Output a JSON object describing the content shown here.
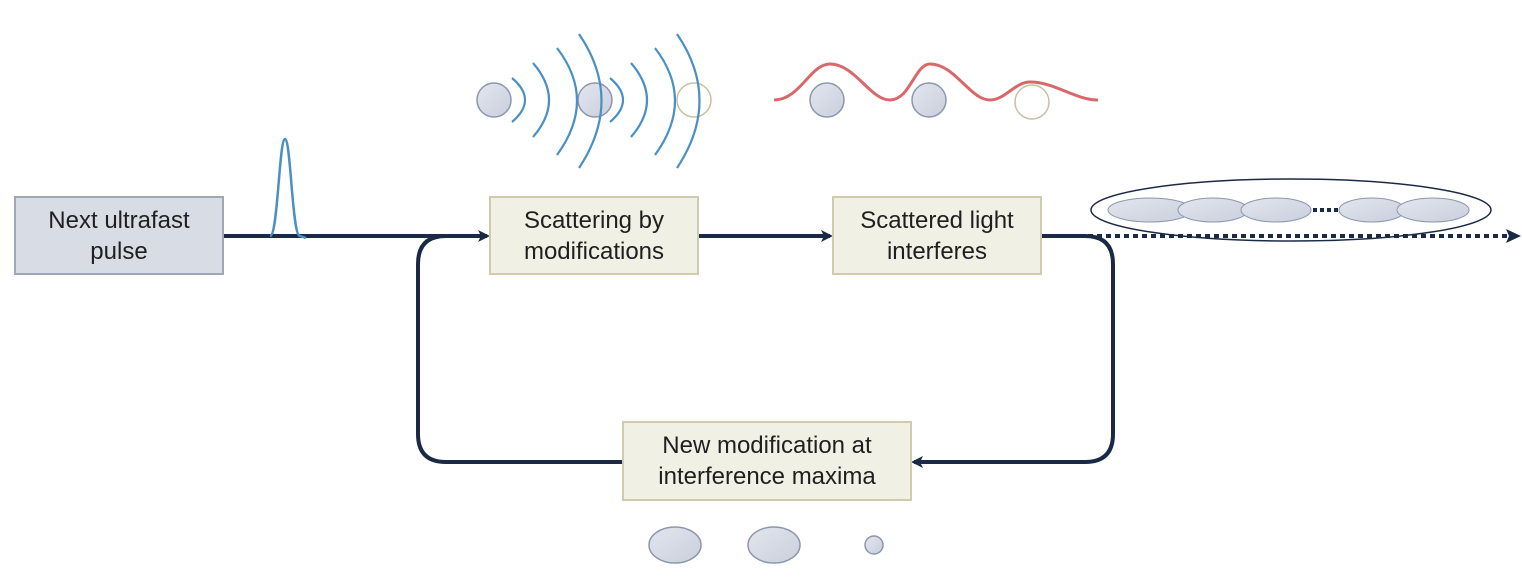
{
  "title": "Feedback loop of ultrafast laser-induced self-organized modifications",
  "nodes": [
    {
      "id": "pulse",
      "label": "Next ultrafast\npulse",
      "style": "blue"
    },
    {
      "id": "scattering",
      "label": "Scattering by\nmodifications",
      "style": "cream"
    },
    {
      "id": "interference",
      "label": "Scattered light\ninterferes",
      "style": "cream"
    },
    {
      "id": "new-modification",
      "label": "New modification at\ninterference maxima",
      "style": "cream"
    }
  ],
  "edges": [
    {
      "from": "pulse",
      "to": "scattering",
      "type": "solid-arrow"
    },
    {
      "from": "scattering",
      "to": "interference",
      "type": "solid-arrow"
    },
    {
      "from": "interference",
      "to": "new-modification",
      "type": "solid-arrow",
      "route": "loop-right-down"
    },
    {
      "from": "new-modification",
      "to": "scattering",
      "type": "solid-arrow",
      "route": "loop-left-up"
    },
    {
      "from": "interference",
      "to": "output",
      "type": "dotted-arrow"
    }
  ],
  "illustrations": {
    "pulse_icon": "gaussian-pulse",
    "scattering_icon": "spherical-waves-from-particles",
    "interference_icon": "standing-wave-over-particles",
    "output_icon": "chain-of-elongated-modifications",
    "new_modification_icon": "particles-of-varied-size"
  },
  "colors": {
    "line": "#1b2a44",
    "wave_blue": "#4a90c2",
    "wave_red": "#d9686a",
    "particle_fill": "#d8dce6",
    "particle_stroke": "#8c96ad",
    "empty_particle_stroke": "#c7c0a0",
    "box_blue_fill": "#d8dde5",
    "box_cream_fill": "#f1f0e4"
  }
}
